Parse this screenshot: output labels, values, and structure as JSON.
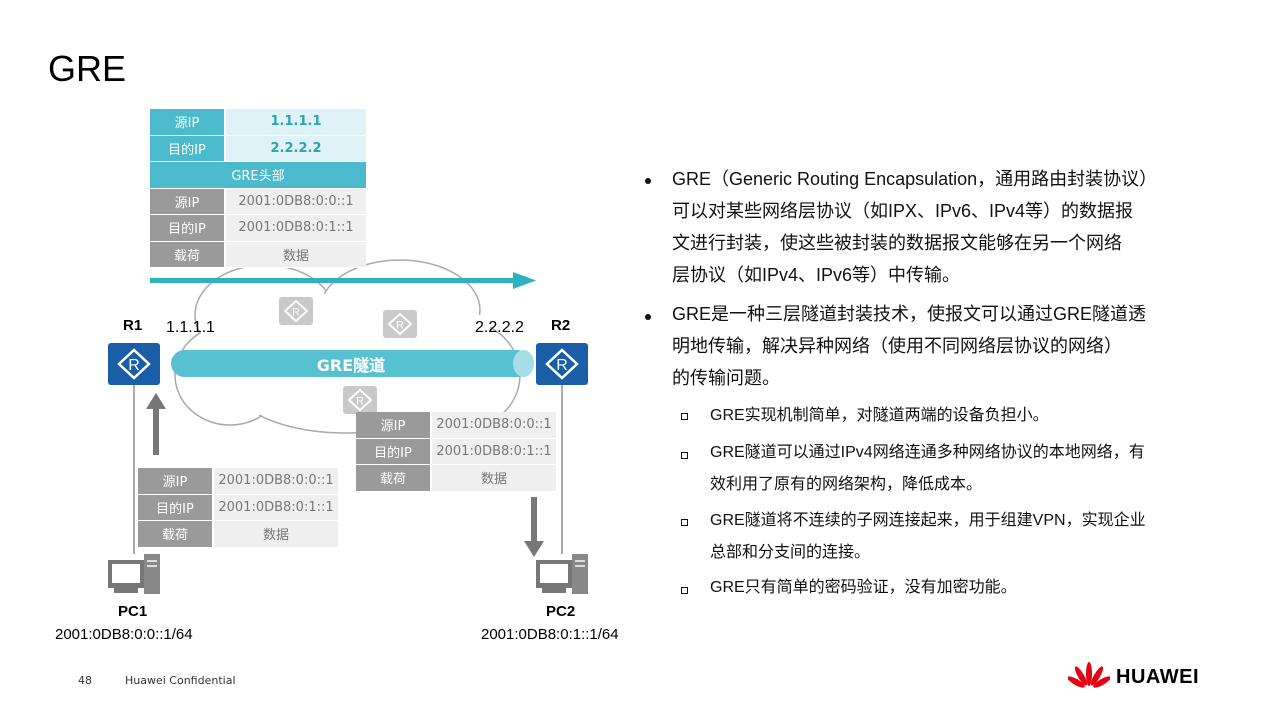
{
  "title": "GRE",
  "top_table": {
    "rows": [
      {
        "label": "源IP",
        "value": "1.1.1.1"
      },
      {
        "label": "目的IP",
        "value": "2.2.2.2"
      }
    ],
    "header": "GRE头部",
    "inner": [
      {
        "label": "源IP",
        "value": "2001:0DB8:0:0::1"
      },
      {
        "label": "目的IP",
        "value": "2001:0DB8:0:1::1"
      },
      {
        "label": "载荷",
        "value": "数据"
      }
    ]
  },
  "left_table": [
    {
      "label": "源IP",
      "value": "2001:0DB8:0:0::1"
    },
    {
      "label": "目的IP",
      "value": "2001:0DB8:0:1::1"
    },
    {
      "label": "载荷",
      "value": "数据"
    }
  ],
  "right_table": [
    {
      "label": "源IP",
      "value": "2001:0DB8:0:0::1"
    },
    {
      "label": "目的IP",
      "value": "2001:0DB8:0:1::1"
    },
    {
      "label": "载荷",
      "value": "数据"
    }
  ],
  "diagram": {
    "r1": "R1",
    "r2": "R2",
    "r1_ip": "1.1.1.1",
    "r2_ip": "2.2.2.2",
    "tunnel": "GRE隧道",
    "pc1": "PC1",
    "pc1_addr": "2001:0DB8:0:0::1/64",
    "pc2": "PC2",
    "pc2_addr": "2001:0DB8:0:1::1/64"
  },
  "bullets": [
    {
      "lines": [
        "GRE（Generic  Routing  Encapsulation，通用路由封装协议）",
        "可以对某些网络层协议（如IPX、IPv6、IPv4等）的数据报",
        "文进行封装，使这些被封装的数据报文能够在另一个网络",
        "层协议（如IPv4、IPv6等）中传输。"
      ]
    },
    {
      "lines": [
        "GRE是一种三层隧道封装技术，使报文可以通过GRE隧道透",
        "明地传输，解决异种网络（使用不同网络层协议的网络）",
        "的传输问题。"
      ]
    }
  ],
  "sub_bullets": [
    {
      "lines": [
        "GRE实现机制简单，对隧道两端的设备负担小。"
      ]
    },
    {
      "lines": [
        "GRE隧道可以通过IPv4网络连通多种网络协议的本地网络，有",
        "效利用了原有的网络架构，降低成本。"
      ]
    },
    {
      "lines": [
        "GRE隧道将不连续的子网连接起来，用于组建VPN，实现企业",
        "总部和分支间的连接。"
      ]
    },
    {
      "lines": [
        "GRE只有简单的密码验证，没有加密功能。"
      ]
    }
  ],
  "footer": {
    "page": "48",
    "confidential": "Huawei Confidential",
    "logo": "HUAWEI"
  },
  "colors": {
    "teal": "#4bbacd",
    "router_blue": "#1a5ea8",
    "huawei_red": "#e60012"
  }
}
